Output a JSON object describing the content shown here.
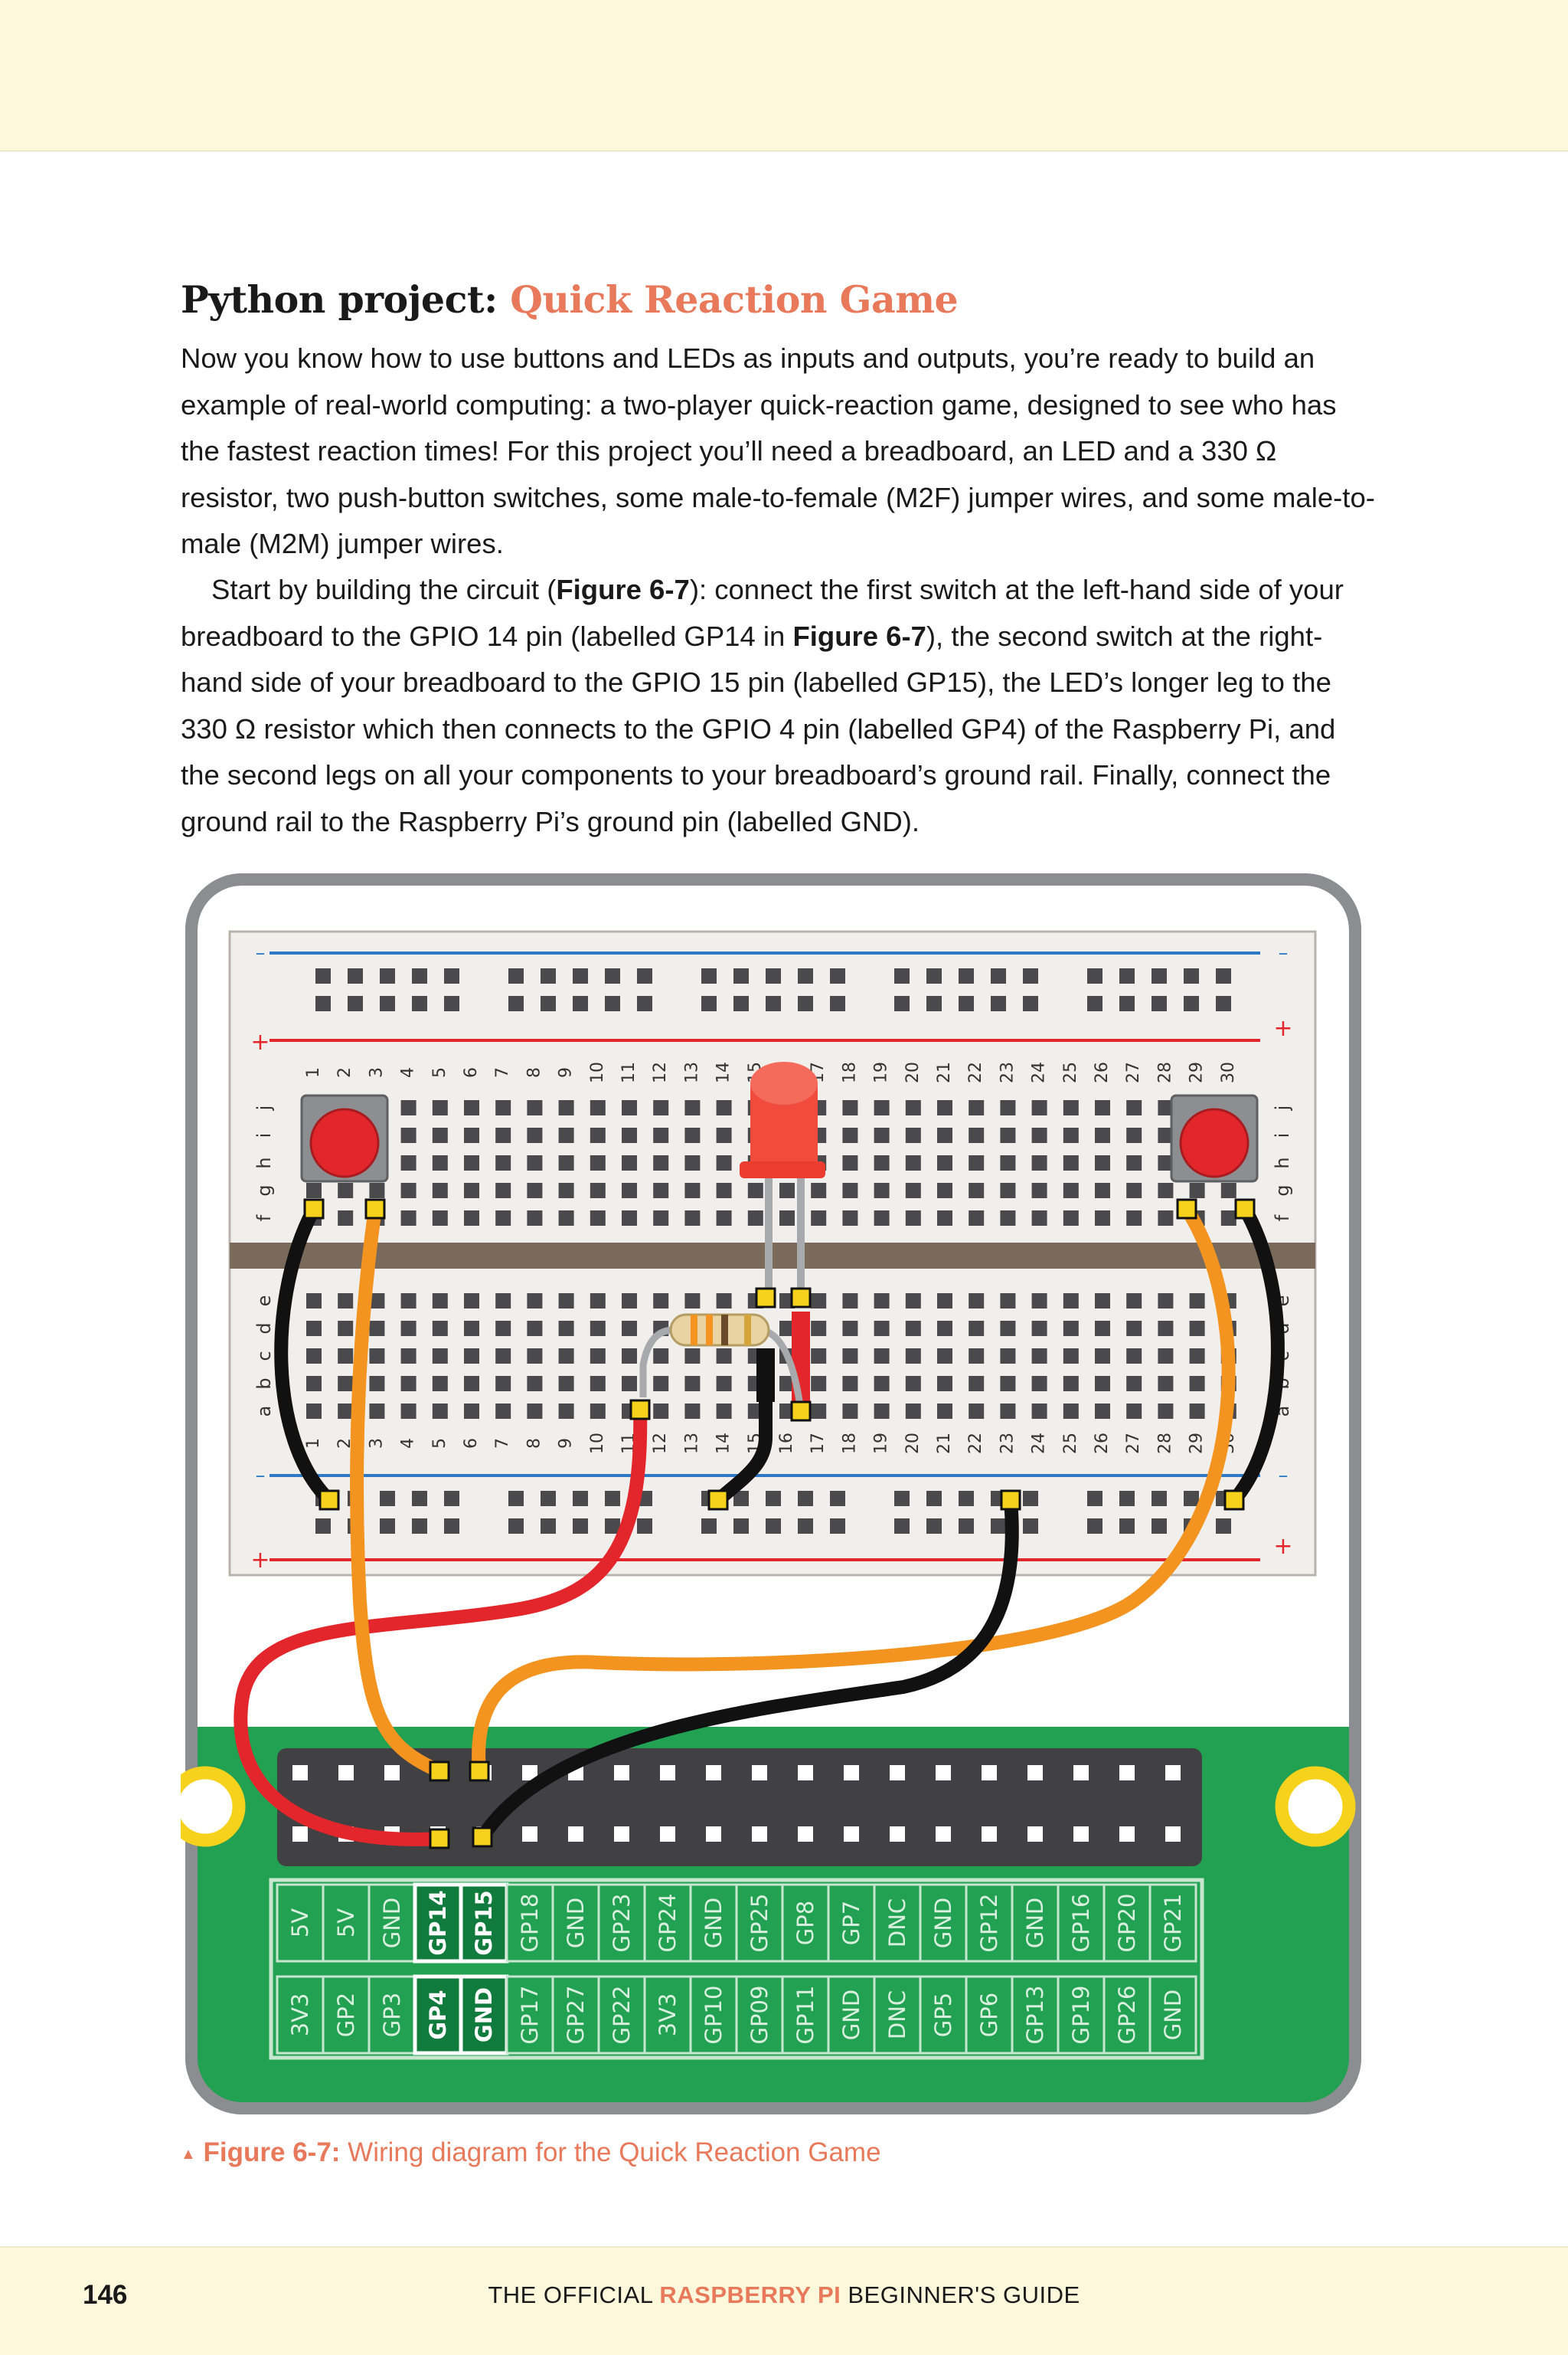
{
  "heading": {
    "prefix": "Python project: ",
    "title": "Quick Reaction Game"
  },
  "body": {
    "p1": "Now you know how to use buttons and LEDs as inputs and outputs, you’re ready to build an example of real-world computing: a two-player quick-reaction game, designed to see who has the fastest reaction times! For this project you’ll need a breadboard, an LED and a 330 Ω resistor, two push-button switches, some male-to-female (M2F) jumper wires, and some male-to-male (M2M) jumper wires.",
    "p2": {
      "a": "Start by building the circuit (",
      "fig1": "Figure 6-7",
      "b": "): connect the first switch at the left-hand side of your breadboard to the GPIO 14 pin (labelled GP14 in ",
      "fig2": "Figure 6-7",
      "c": "), the second switch at the right-hand side of your breadboard to the GPIO 15 pin (labelled GP15), the LED’s longer leg to the 330 Ω resistor which then connects to the GPIO 4 pin (labelled GP4) of the Raspberry Pi, and the second legs on all your components to your breadboard’s ground rail. Finally, connect the ground rail to the Raspberry Pi’s ground pin (labelled GND)."
    }
  },
  "figure": {
    "rail_minus": "–",
    "rail_plus": "+",
    "rows_top": [
      "j",
      "i",
      "h",
      "g",
      "f"
    ],
    "rows_bottom": [
      "e",
      "d",
      "c",
      "b",
      "a"
    ],
    "gpio_top": [
      "5V",
      "5V",
      "GND",
      "GP14",
      "GP15",
      "GP18",
      "GND",
      "GP23",
      "GP24",
      "GND",
      "GP25",
      "GP8",
      "GP7",
      "DNC",
      "GND",
      "GP12",
      "GND",
      "GP16",
      "GP20",
      "GP21"
    ],
    "gpio_bottom": [
      "3V3",
      "GP2",
      "GP3",
      "GP4",
      "GND",
      "GP17",
      "GP27",
      "GP22",
      "3V3",
      "GP10",
      "GP09",
      "GP11",
      "GND",
      "DNC",
      "GP5",
      "GP6",
      "GP13",
      "GP19",
      "GP26",
      "GND"
    ],
    "highlighted": [
      "GP14",
      "GP15",
      "GP4",
      "GND"
    ],
    "colors": {
      "red_wire": "#e3262b",
      "orange_wire": "#f39420",
      "black_wire": "#111111",
      "pcb": "#22a153",
      "led": "#f04b3c",
      "button": "#e3262b"
    }
  },
  "caption": {
    "arrow": "▲",
    "label": "Figure 6-7:",
    "text": " Wiring diagram for the Quick Reaction Game"
  },
  "footer": {
    "page": "146",
    "prefix": "THE OFFICIAL ",
    "accent": "RASPBERRY PI",
    "suffix": " BEGINNER'S GUIDE"
  }
}
